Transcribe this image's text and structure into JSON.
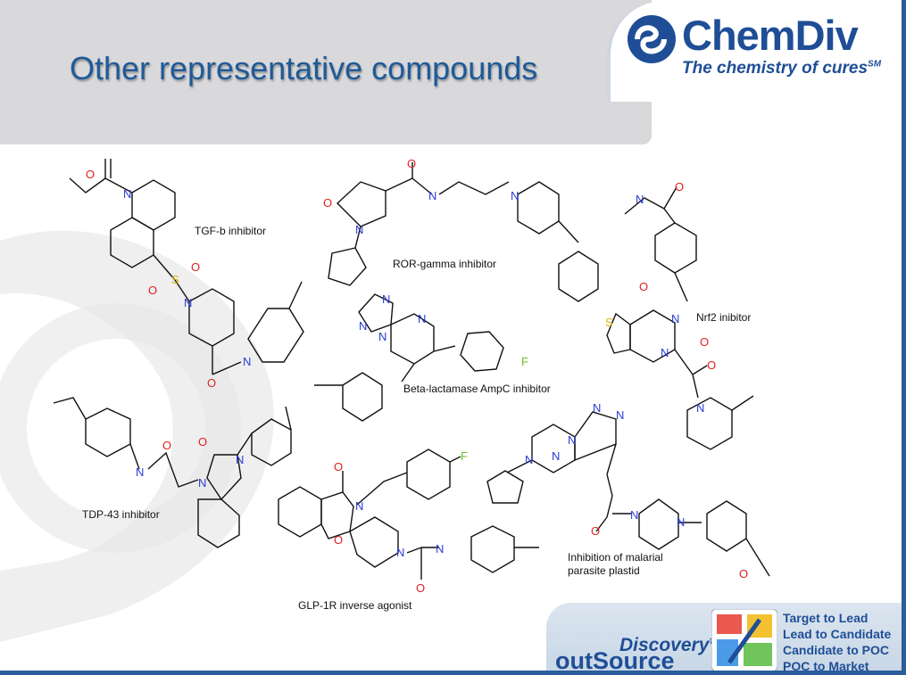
{
  "slide": {
    "title": "Other representative compounds"
  },
  "logo": {
    "name": "ChemDiv",
    "tagline": "The chemistry of cures",
    "tagline_mark": "SM"
  },
  "compounds": [
    {
      "label": "TGF-b inhibitor"
    },
    {
      "label": "ROR-gamma inhibitor"
    },
    {
      "label": "Nrf2 inibitor"
    },
    {
      "label": "Beta-lactamase AmpC inhibitor"
    },
    {
      "label": "TDP-43 inhibitor"
    },
    {
      "label": "GLP-1R inverse agonist"
    },
    {
      "label": "Inhibition of malarial",
      "label2": "parasite plastid"
    }
  ],
  "footer": {
    "brand_top": "Discovery",
    "brand_top_mark": "TM",
    "brand_bottom": "outSource",
    "steps": [
      "Target to Lead",
      "Lead to Candidate",
      "Candidate to POC",
      "POC to Market"
    ]
  },
  "colors": {
    "title": "#1f5a96",
    "brand": "#1f4e96",
    "nitrogen": "#2a3bd6",
    "oxygen": "#e02020",
    "sulfur": "#d4b400",
    "fluorine": "#6cbf2a"
  }
}
